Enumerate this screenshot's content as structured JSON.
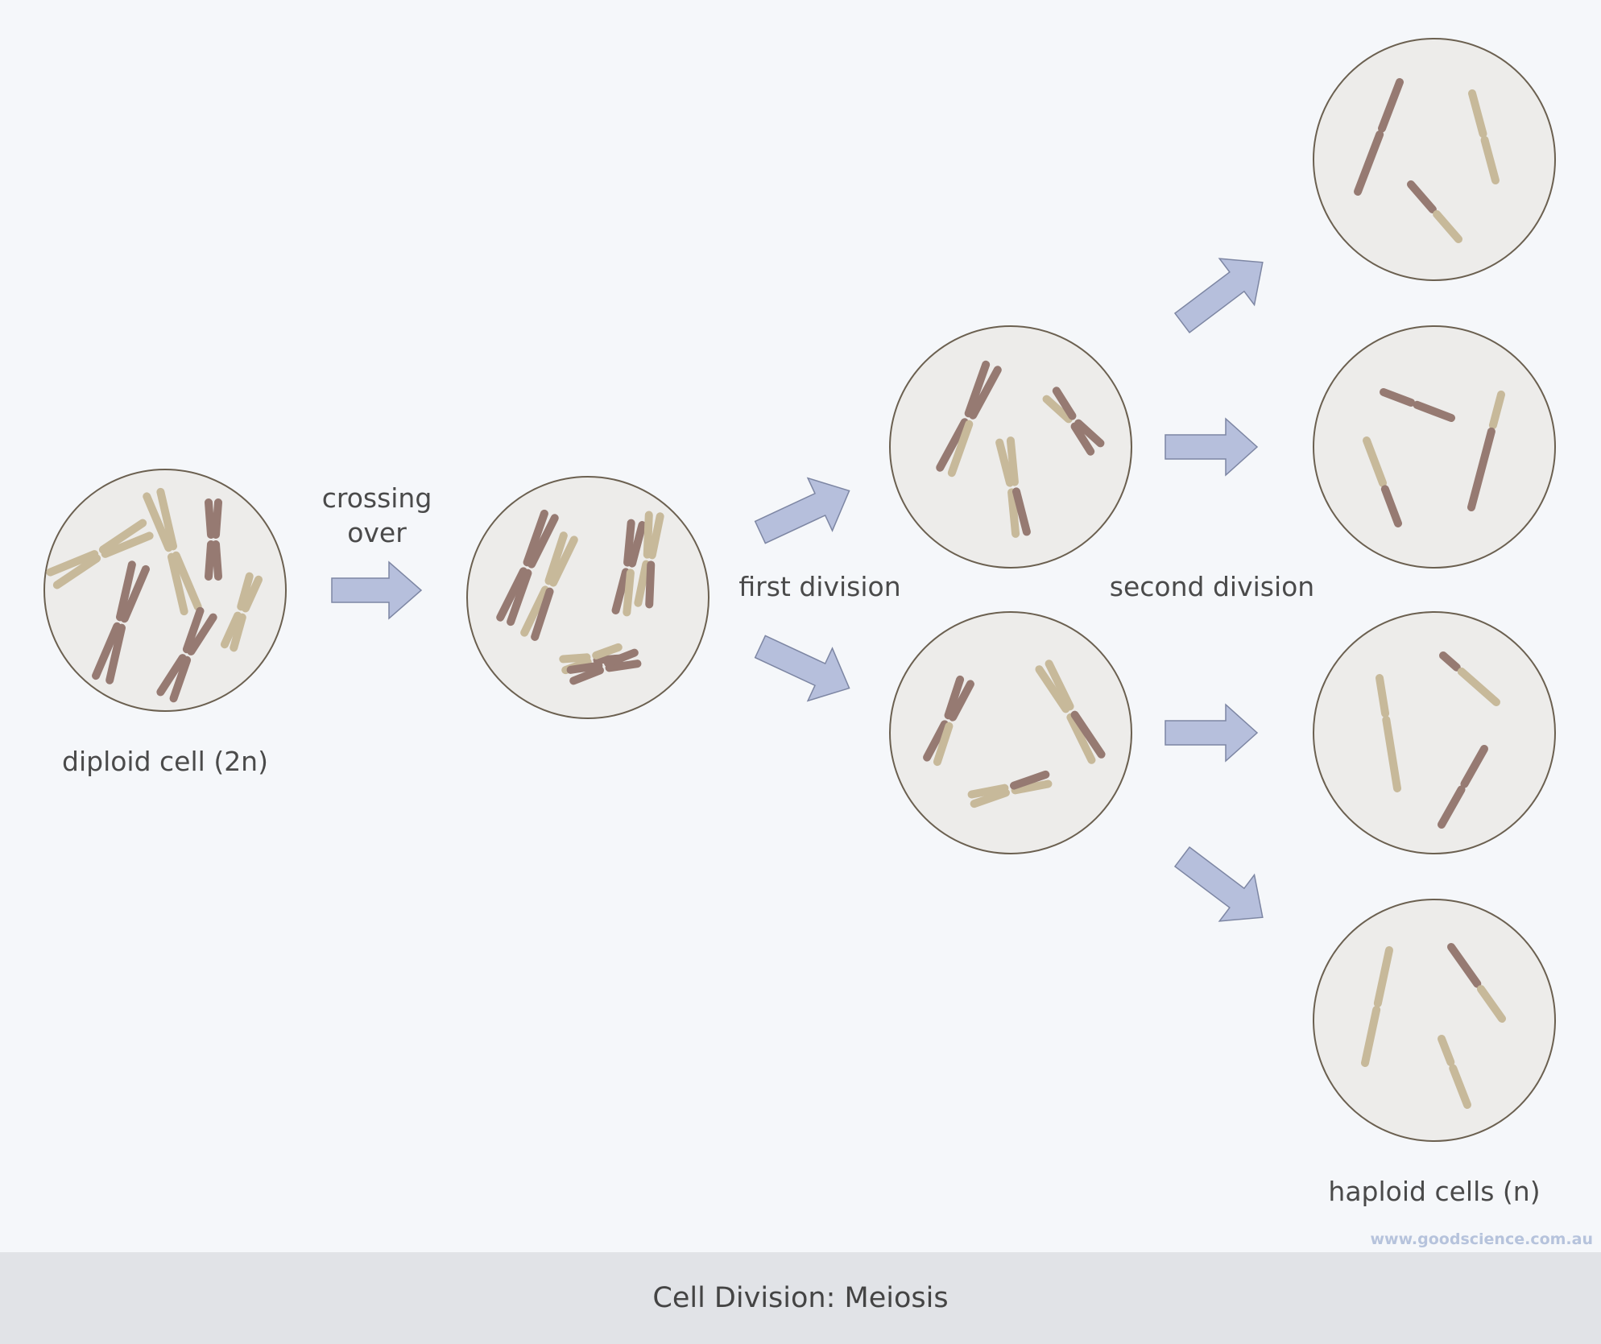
{
  "labels": {
    "diploid": "diploid cell (2n)",
    "crossing_line1": "crossing",
    "crossing_line2": "over",
    "first_division": "first division",
    "second_division": "second division",
    "haploid": "haploid cells (n)"
  },
  "watermark": "www.goodscience.com.au",
  "footer_title": "Cell Division: Meiosis",
  "colors": {
    "cell_fill": "#edecea",
    "cell_stroke": "#6b6050",
    "chromosome_dark": "#967a72",
    "chromosome_light": "#c7b99a",
    "arrow_fill": "#b6bfdc",
    "arrow_stroke": "#7d86a3"
  }
}
